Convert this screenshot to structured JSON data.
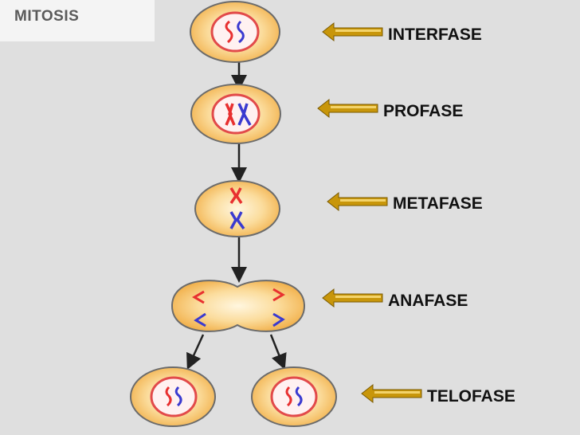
{
  "title": "MITOSIS",
  "phases": [
    "INTERFASE",
    "PROFASE",
    "METAFASE",
    "ANAFASE",
    "TELOFASE"
  ],
  "colors": {
    "background": "#dfdfdf",
    "cell_fill": "#f7c872",
    "cell_border": "#6b6b6b",
    "nucleus_border": "#e24a4a",
    "chromosome_red": "#e83030",
    "chromosome_blue": "#3a3ad0",
    "pointer_arrow": "#c8960a"
  }
}
